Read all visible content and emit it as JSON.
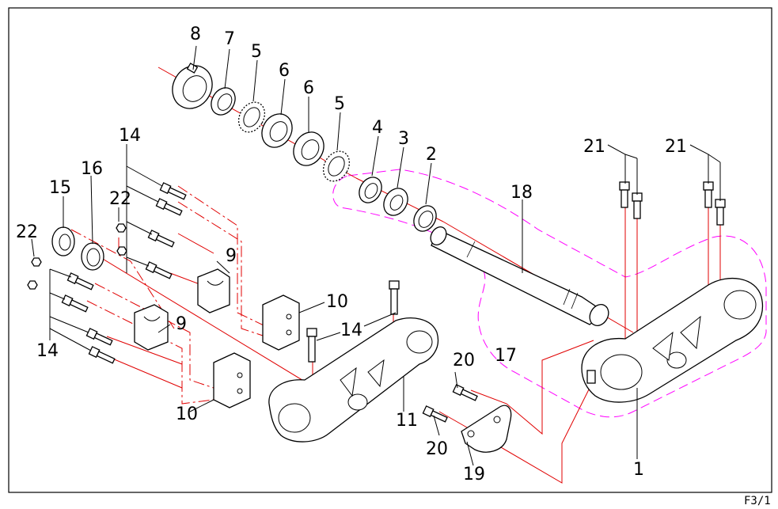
{
  "drawing": {
    "sheet_ref": "F3/1",
    "callouts": {
      "c1": "1",
      "c2": "2",
      "c3": "3",
      "c4": "4",
      "c5a": "5",
      "c5b": "5",
      "c6a": "6",
      "c6b": "6",
      "c7": "7",
      "c8": "8",
      "c9a": "9",
      "c9b": "9",
      "c10a": "10",
      "c10b": "10",
      "c11": "11",
      "c14a": "14",
      "c14b": "14",
      "c14c": "14",
      "c15": "15",
      "c16": "16",
      "c17": "17",
      "c18": "18",
      "c19": "19",
      "c20a": "20",
      "c20b": "20",
      "c21a": "21",
      "c21b": "21",
      "c22a": "22",
      "c22b": "22"
    },
    "colors": {
      "line": "#000000",
      "axis": "#e00000",
      "outline": "#ff00ff",
      "background": "#ffffff"
    }
  }
}
